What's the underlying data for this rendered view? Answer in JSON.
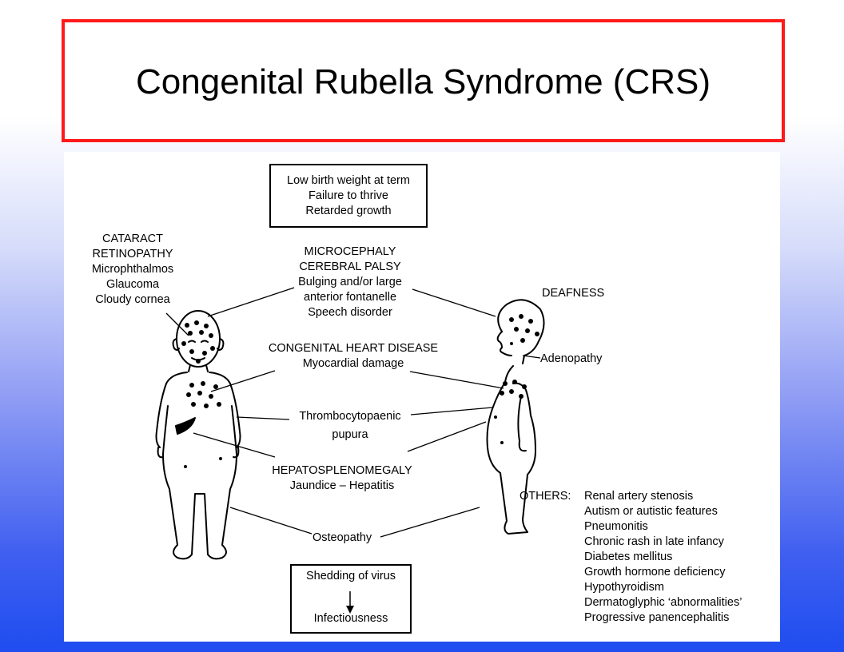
{
  "colors": {
    "title_border": "#ff1a1a",
    "background_top": "#ffffff",
    "background_bottom": "#1f4df0"
  },
  "title": "Congenital Rubella Syndrome (CRS)",
  "top_box": {
    "lines": [
      "Low birth weight at term",
      "Failure to thrive",
      "Retarded growth"
    ]
  },
  "eye_defects": {
    "lines": [
      "CATARACT",
      "RETINOPATHY",
      "Microphthalmos",
      "Glaucoma",
      "Cloudy cornea"
    ]
  },
  "neuro": {
    "lines": [
      "MICROCEPHALY",
      "CEREBRAL PALSY",
      "Bulging and/or large",
      "anterior fontanelle",
      "Speech disorder"
    ]
  },
  "deafness": "DEAFNESS",
  "adenopathy": "Adenopathy",
  "heart": {
    "lines": [
      "CONGENITAL HEART DISEASE",
      "Myocardial damage"
    ]
  },
  "thrombo": {
    "lines": [
      "Thrombocytopaenic",
      "pupura"
    ]
  },
  "hepato": {
    "lines": [
      "HEPATOSPLENOMEGALY",
      "Jaundice – Hepatitis"
    ]
  },
  "osteopathy": "Osteopathy",
  "shedding_box": {
    "top": "Shedding of virus",
    "bottom": "Infectiousness"
  },
  "others": {
    "label": "OTHERS:",
    "items": [
      "Renal artery stenosis",
      "Autism or autistic features",
      "Pneumonitis",
      "Chronic rash in late infancy",
      "Diabetes mellitus",
      "Growth hormone deficiency",
      "Hypothyroidism",
      "Dermatoglyphic ‘abnormalities’",
      "Progressive panencephalitis"
    ]
  },
  "icons": [
    "front-child-figure",
    "side-child-figure",
    "arrow-down-icon"
  ]
}
